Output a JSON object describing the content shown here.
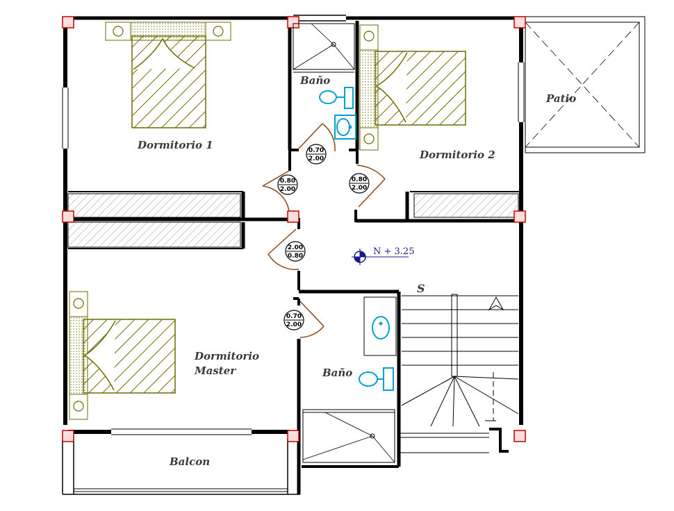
{
  "rooms": {
    "dormitorio1": "Dormitorio 1",
    "dormitorio2": "Dormitorio 2",
    "bano_top": "Baño",
    "patio": "Patio",
    "dormitorio_master_line1": "Dormitorio",
    "dormitorio_master_line2": "Master",
    "bano_bottom": "Baño",
    "balcon": "Balcon"
  },
  "door_tags": {
    "d1": {
      "width": "0.80",
      "height": "2.00"
    },
    "d2": {
      "width": "0.80",
      "height": "2.00"
    },
    "d3": {
      "width": "0.70",
      "height": "2.00"
    },
    "d4": {
      "width": "2.00",
      "height": "0.80"
    },
    "d5": {
      "width": "0.70",
      "height": "2.00"
    }
  },
  "level_marker": "N + 3.25",
  "stair_label": "S",
  "colors": {
    "wall": "#000000",
    "column": "#c00000",
    "furniture": "#6b6b00",
    "door": "#8b4513",
    "fixture": "#00a0d0",
    "hatch": "#888888"
  }
}
